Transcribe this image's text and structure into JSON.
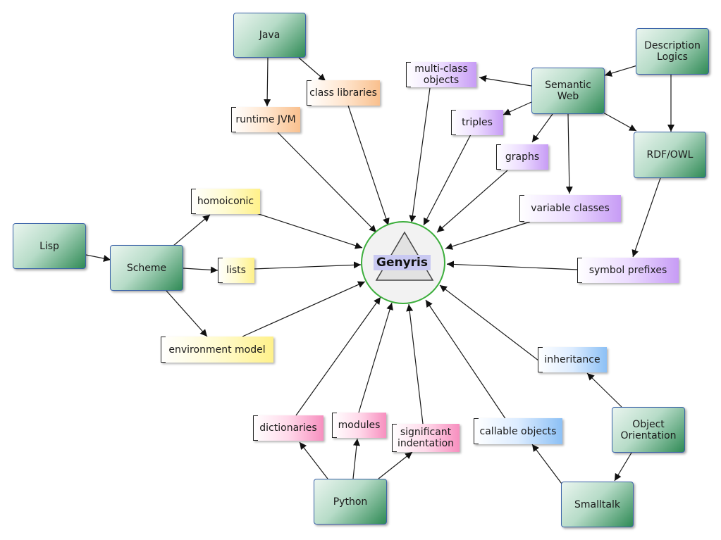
{
  "center": {
    "label": "Genyris"
  },
  "languages": {
    "java": "Java",
    "description_logics": "Description Logics",
    "semantic_web": "Semantic Web",
    "rdf_owl": "RDF/OWL",
    "lisp": "Lisp",
    "scheme": "Scheme",
    "python": "Python",
    "object_orientation": "Object Orientation",
    "smalltalk": "Smalltalk"
  },
  "features": {
    "class_libraries": "class libraries",
    "runtime_jvm": "runtime JVM",
    "multi_class_objects": "multi-class objects",
    "triples": "triples",
    "graphs": "graphs",
    "variable_classes": "variable classes",
    "symbol_prefixes": "symbol prefixes",
    "homoiconic": "homoiconic",
    "lists": "lists",
    "environment_model": "environment model",
    "inheritance": "inheritance",
    "dictionaries": "dictionaries",
    "modules": "modules",
    "significant_indentation": "significant indentation",
    "callable_objects": "callable objects"
  },
  "colors": {
    "language_border": "#3a63a8",
    "language_fill": "#2f8a55",
    "hub_border": "#3cae3c",
    "hub_label_bg": "#c9c9f2",
    "java_features": "#f9c08e",
    "scheme_features": "#fff18a",
    "semantic_web_features": "#c79cf5",
    "python_features": "#f78fbf",
    "oo_features": "#8cc0f5"
  }
}
